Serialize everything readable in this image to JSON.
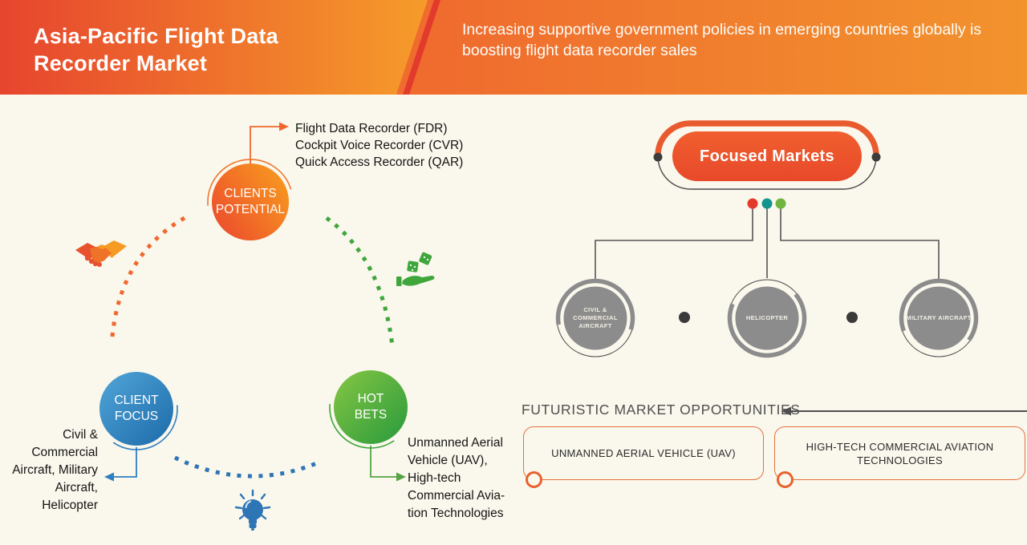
{
  "header": {
    "title": "Asia-Pacific Flight Data\nRecorder Market",
    "subtitle": "Increasing supportive government policies in emerging countries globally is boosting flight data recorder sales"
  },
  "clients_potential": {
    "label": "CLIENTS\nPOTENTIAL",
    "items_text": "Flight Data Recorder (FDR)\nCockpit Voice Recorder (CVR)\nQuick Access Recorder (QAR)",
    "items": [
      "Flight Data Recorder (FDR)",
      "Cockpit Voice Recorder (CVR)",
      "Quick Access Recorder (QAR)"
    ],
    "icon": "handshake-icon"
  },
  "client_focus": {
    "label": "CLIENT\nFOCUS",
    "description": "Civil &\nCommercial\nAircraft, Military\nAircraft,\nHelicopter",
    "icon": "lightbulb-icon"
  },
  "hot_bets": {
    "label": "HOT\nBETS",
    "description": "Unmanned Aerial\nVehicle (UAV),\nHigh-tech\nCommercial Avia-\ntion Technologies",
    "icon": "dice-hand-icon"
  },
  "focused_markets": {
    "label": "Focused Markets",
    "segments": [
      "CIVIL &\nCOMMERCIAL\nAIRCRAFT",
      "HELICOPTER",
      "MILITARY AIRCRAFT"
    ]
  },
  "futuristic": {
    "heading": "FUTURISTIC MARKET OPPORTUNITIES",
    "boxes": [
      "UNMANNED AERIAL VEHICLE (UAV)",
      "HIGH-TECH COMMERCIAL AVIATION\nTECHNOLOGIES"
    ]
  },
  "colors": {
    "header_gradient_left": "#e7452e",
    "header_gradient_right": "#f2932d",
    "header_stripe": "#e23a2c",
    "background": "#faf7ec",
    "orange_accent": "#f0682f",
    "blue_accent": "#2e7fc0",
    "green_accent": "#3fa63c",
    "teal_dot": "#13948e",
    "red_dot": "#e23a2b",
    "green_dot": "#70b33e",
    "gray_circle": "#8c8c8c",
    "text_dark": "#141414"
  }
}
